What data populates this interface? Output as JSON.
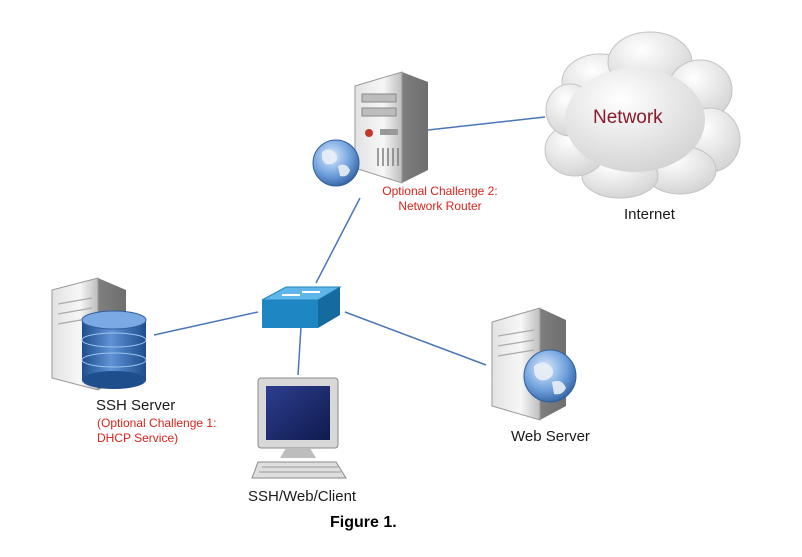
{
  "nodes": {
    "network_cloud": {
      "label": "Network",
      "caption": "Internet"
    },
    "router": {
      "note_line1": "Optional Challenge 2:",
      "note_line2": "Network Router"
    },
    "ssh_server": {
      "label": "SSH Server",
      "note_line1": "(Optional Challenge 1:",
      "note_line2": "DHCP Service)"
    },
    "client": {
      "label": "SSH/Web/Client"
    },
    "web_server": {
      "label": "Web Server"
    }
  },
  "caption": "Figure 1.",
  "colors": {
    "link": "#4a76b8",
    "note": "#d9231b",
    "network_text": "#8b1a2a",
    "switch": "#1f86c4"
  },
  "icons": [
    "cloud-icon",
    "router-server-icon",
    "globe-icon",
    "switch-icon",
    "database-server-icon",
    "monitor-icon",
    "keyboard-icon",
    "web-server-icon"
  ]
}
